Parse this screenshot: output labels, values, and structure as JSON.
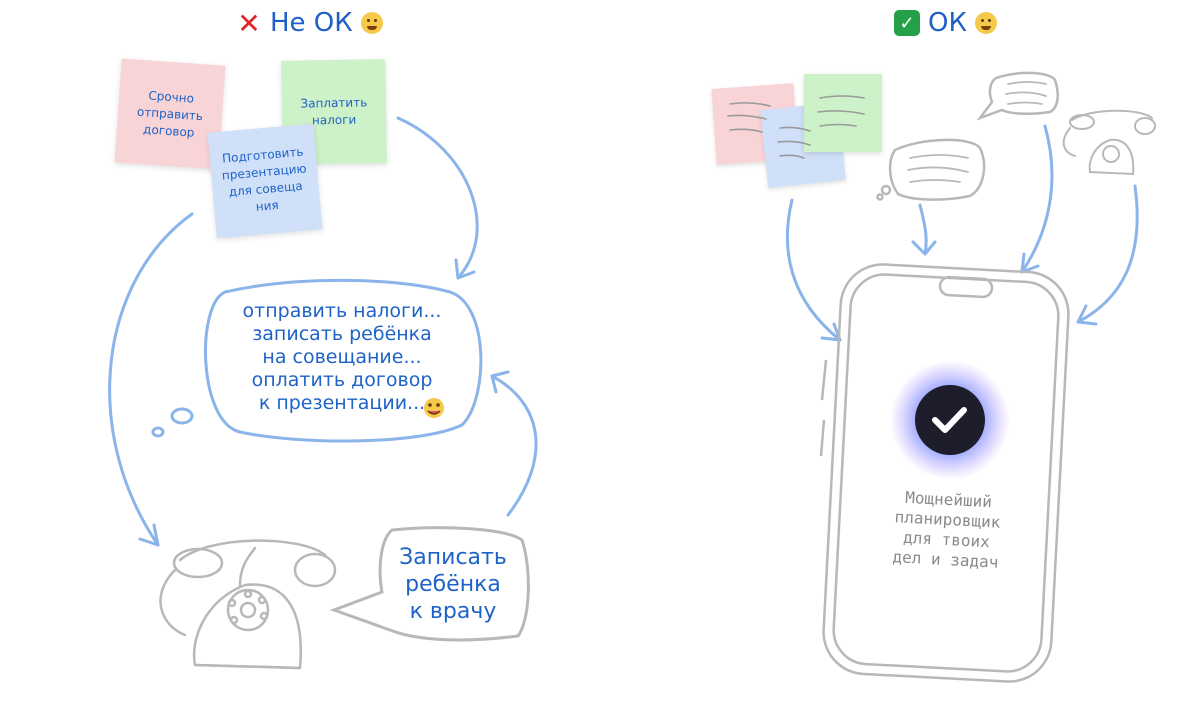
{
  "left": {
    "heading": "Не ОК",
    "notes": [
      "Срочно отправить договор",
      "Заплатить налоги",
      "Подготовить презентацию для совеща ния"
    ],
    "thought_lines": [
      "отправить налоги...",
      "записать ребёнка",
      "на совещание...",
      "оплатить договор",
      "к презентации..."
    ],
    "speech_lines": [
      "Записать",
      "ребёнка",
      "к врачу"
    ]
  },
  "right": {
    "heading": "ОК",
    "phone_lines": [
      "Мощнейший",
      "планировщик",
      "для твоих",
      "дел и задач"
    ]
  },
  "colors": {
    "blue_text": "#1e63c7",
    "arrow": "#8ab4ea",
    "note_pink": "#f9d4d6",
    "note_green": "#cdf1c9",
    "note_blue": "#cfe0f8",
    "sketch_gray": "#b8b8b8"
  },
  "icons": [
    "cross-mark-icon",
    "check-mark-icon",
    "tired-face-emoji",
    "starstruck-face-emoji",
    "telephone-icon",
    "smartphone-icon",
    "check-circle-icon"
  ]
}
